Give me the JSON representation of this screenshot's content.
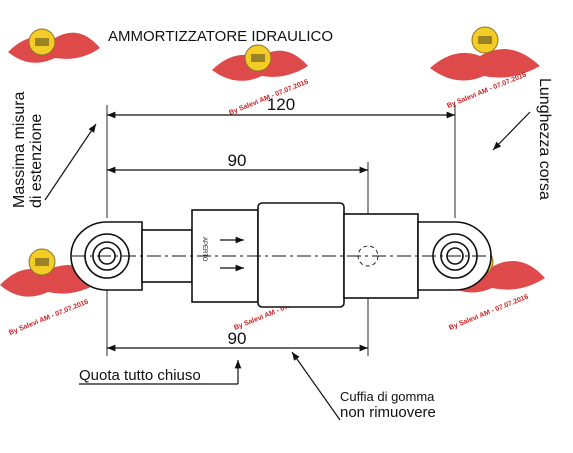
{
  "title": "AMMORTIZZATORE IDRAULICO",
  "dimensions": {
    "overall": "120",
    "upper_stroke": "90",
    "lower_closed": "90"
  },
  "labels": {
    "max_extension_line1": "Massima misura",
    "max_extension_line2": "di estenzione",
    "stroke_length": "Lunghezza corsa",
    "fully_closed": "Quota tutto chiuso",
    "boot_line1": "Cuffia di gomma",
    "boot_line2": "non rimuovere",
    "open_marker": "APERTO"
  },
  "watermark": {
    "text": "By Salevi AM - 07.07.2016",
    "color": "#cc2222"
  },
  "colors": {
    "ink": "#111111",
    "watermark": "#cc2222",
    "badge": "#f2c400"
  }
}
